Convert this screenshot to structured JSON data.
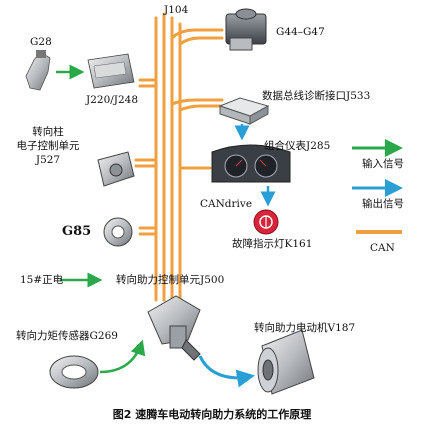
{
  "bus_label": "J104",
  "components": {
    "g28": "G28",
    "j220": "J220/J248",
    "g44": "G44–G47",
    "j533": "数据总线诊断接口J533",
    "j285": "组合仪表J285",
    "j527_line1": "转向柱",
    "j527_line2": "电子控制单元",
    "j527_line3": "J527",
    "candrive": "CANdrive",
    "k161": "故障指示灯K161",
    "g85": "G85",
    "power": "15#正电",
    "j500": "转向助力控制单元J500",
    "g269": "转向力矩传感器G269",
    "v187": "转向助力电动机V187"
  },
  "legend": {
    "input": "输入信号",
    "output": "输出信号",
    "can": "CAN"
  },
  "colors": {
    "can": "#f0a040",
    "input": "#2aa84a",
    "output": "#2a9fd6",
    "warning": "#d8253a"
  },
  "caption": "图2 速腾车电动转向助力系统的工作原理"
}
